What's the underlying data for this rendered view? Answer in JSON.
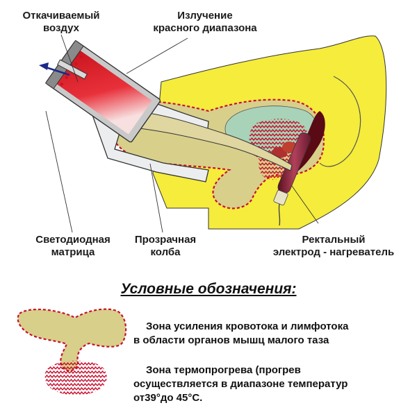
{
  "labels": {
    "pumped_air": [
      "Откачиваемый",
      "воздух"
    ],
    "red_radiation": [
      "Излучение",
      "красного диапазона"
    ],
    "led_matrix": [
      "Светодиодная",
      "матрица"
    ],
    "transparent_flask": [
      "Прозрачная",
      "колба"
    ],
    "rectal_electrode": [
      "Ректальный",
      "электрод - нагреватель"
    ]
  },
  "legend": {
    "title": "Условные  обозначения:",
    "items": [
      {
        "lines": [
          "Зона усиления кровотока и лимфотока",
          "в области органов мышц  малого таза"
        ]
      },
      {
        "lines": [
          "Зона термопрогрева (прогрев",
          "осуществляется в диапазоне температур",
          "от39°до  45°С."
        ]
      }
    ]
  },
  "colors": {
    "body_yellow": "#f5ec3c",
    "organ_khaki": "#d8cf8a",
    "bladder_teal": "#a8d3b8",
    "heat_red": "#c8102e",
    "device_gray": "#e6e6e6",
    "outline": "#222222",
    "arrow_blue": "#1a2a8a"
  }
}
